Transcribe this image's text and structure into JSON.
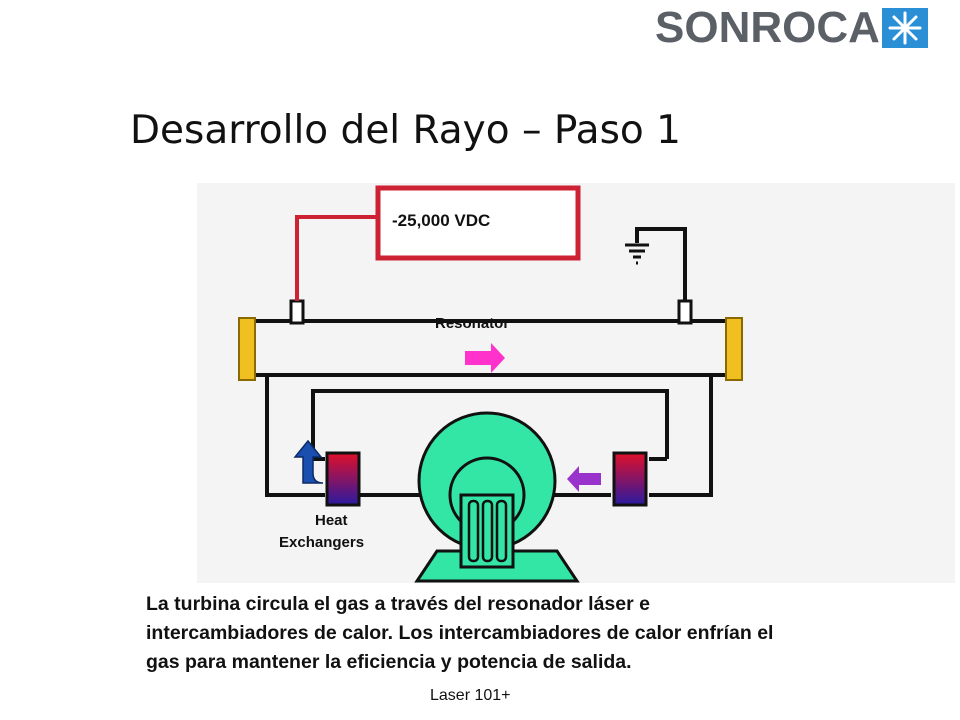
{
  "logo": {
    "text": "SONROCA",
    "star_icon": "snowflake-star-icon",
    "brand_color": "#5b5f66",
    "star_color": "#2b8fd6"
  },
  "title": "Desarrollo del Rayo – Paso 1",
  "diagram": {
    "voltage_label": "-25,000 VDC",
    "resonator_label": "Resonator",
    "heat_exchangers_line1": "Heat",
    "heat_exchangers_line2": "Exchangers",
    "icons": [
      "ground-symbol-icon",
      "flow-arrow-right-icon",
      "flow-arrow-left-icon",
      "flow-arrow-up-icon"
    ],
    "colors": {
      "circuit_red": "#cc2233",
      "mirror_yellow": "#f0c020",
      "turbine_green": "#33e6a6",
      "flow_magenta": "#ff33cc",
      "flow_purple": "#9933cc",
      "flow_blue": "#1a4fb0",
      "background": "#f4f4f4"
    }
  },
  "caption": "La turbina circula el gas a través del resonador láser e intercambiadores de calor. Los intercambiadores de calor enfrían el gas para mantener la eficiencia y potencia de salida.",
  "footer": "Laser 101+"
}
